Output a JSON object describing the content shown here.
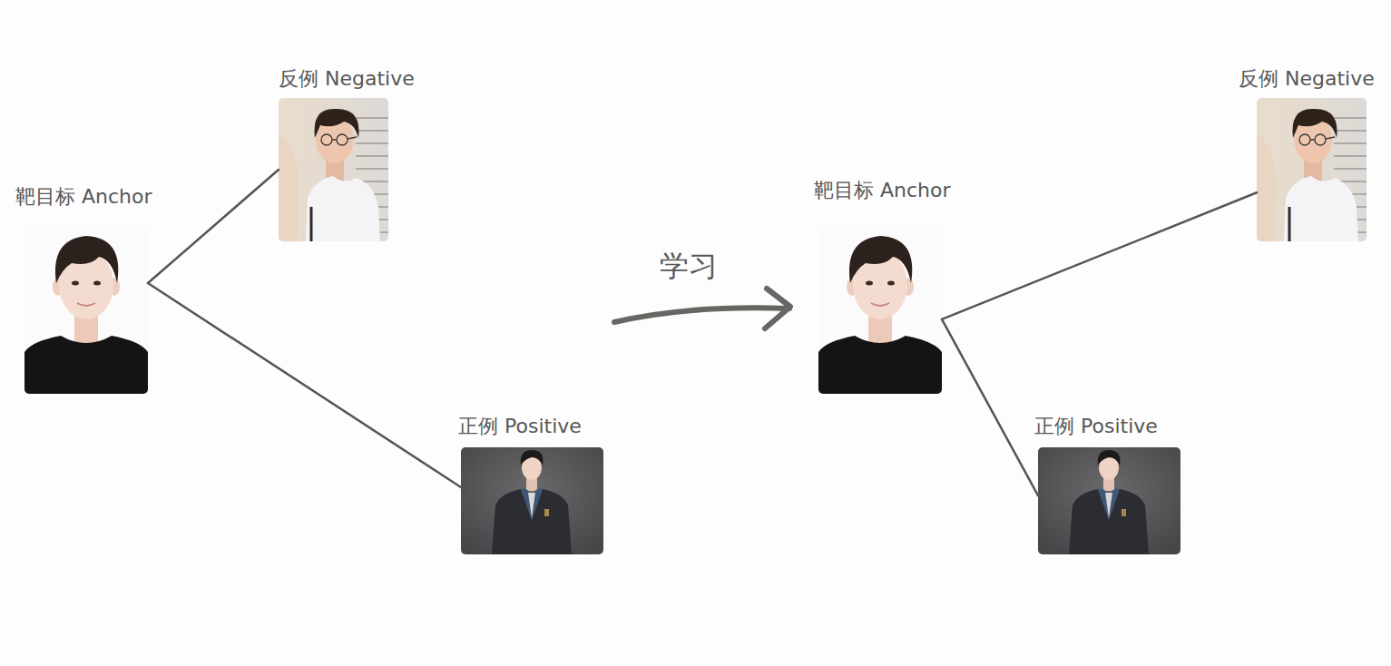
{
  "diagram": {
    "nodes": [
      {
        "text": [
          "靶目标 Anchor"
        ]
      },
      {
        "text": [
          "反例 Negative"
        ]
      },
      {
        "text": [
          "正例 Positive"
        ]
      },
      {
        "text": [
          "靶目标 Anchor"
        ]
      },
      {
        "text": [
          "反例 Negative"
        ]
      },
      {
        "text": [
          "正例 Positive"
        ]
      }
    ],
    "edges": [
      {
        "from": 0,
        "to": 1,
        "arrow": "none"
      },
      {
        "from": 0,
        "to": 2,
        "arrow": "none"
      },
      {
        "from": 3,
        "to": 4,
        "arrow": "none"
      },
      {
        "from": 3,
        "to": 5,
        "arrow": "none"
      }
    ],
    "labels": [
      "学习"
    ]
  }
}
